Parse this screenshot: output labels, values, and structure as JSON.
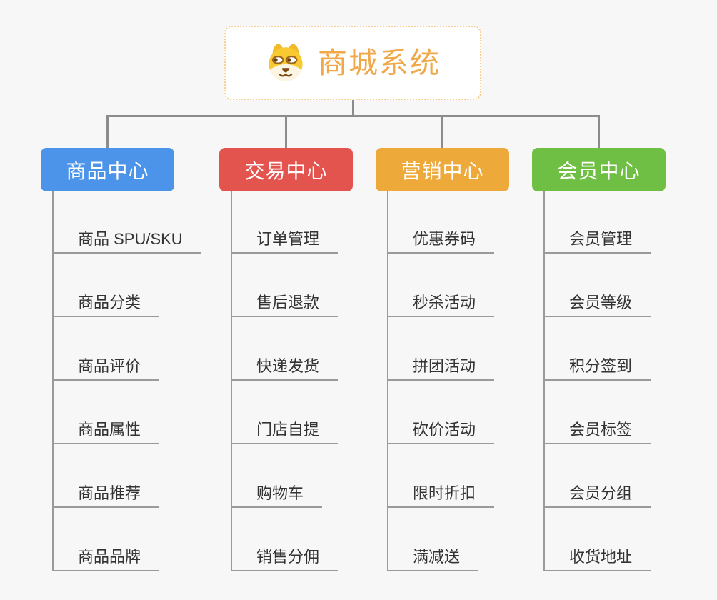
{
  "root": {
    "title": "商城系统",
    "title_color": "#f0a848",
    "icon": "doge-icon",
    "border_color": "#f6ce8e"
  },
  "branches": [
    {
      "label": "商品中心",
      "color": "#4b94e9",
      "items": [
        "商品 SPU/SKU",
        "商品分类",
        "商品评价",
        "商品属性",
        "商品推荐",
        "商品品牌"
      ]
    },
    {
      "label": "交易中心",
      "color": "#e3544f",
      "items": [
        "订单管理",
        "售后退款",
        "快递发货",
        "门店自提",
        "购物车",
        "销售分佣"
      ]
    },
    {
      "label": "营销中心",
      "color": "#edaa3b",
      "items": [
        "优惠券码",
        "秒杀活动",
        "拼团活动",
        "砍价活动",
        "限时折扣",
        "满减送"
      ]
    },
    {
      "label": "会员中心",
      "color": "#6fbf44",
      "items": [
        "会员管理",
        "会员等级",
        "积分签到",
        "会员标签",
        "会员分组",
        "收货地址"
      ]
    }
  ],
  "colors": {
    "canvas_background": "#f7f7f7",
    "connector": "#8c8c8c",
    "leaf_line": "#9a9a9a",
    "leaf_text": "#333333"
  }
}
